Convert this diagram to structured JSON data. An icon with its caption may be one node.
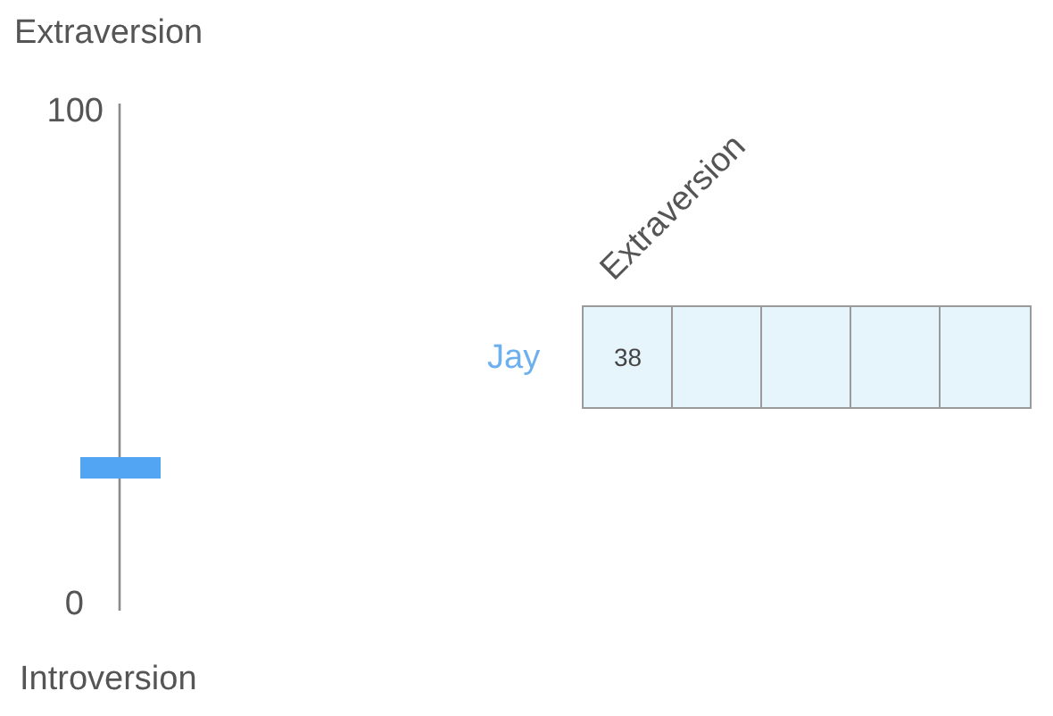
{
  "diagram": {
    "nodes": [
      {
        "text": [
          "38"
        ]
      },
      {
        "text": [],
        "shape": "box"
      },
      {
        "text": [],
        "shape": "box"
      },
      {
        "text": [],
        "shape": "box"
      },
      {
        "text": [],
        "shape": "box"
      }
    ],
    "edges": [],
    "labels": [
      "Extraversion",
      "100",
      "Extraversion",
      "Jay",
      "0",
      "Introversion"
    ]
  }
}
